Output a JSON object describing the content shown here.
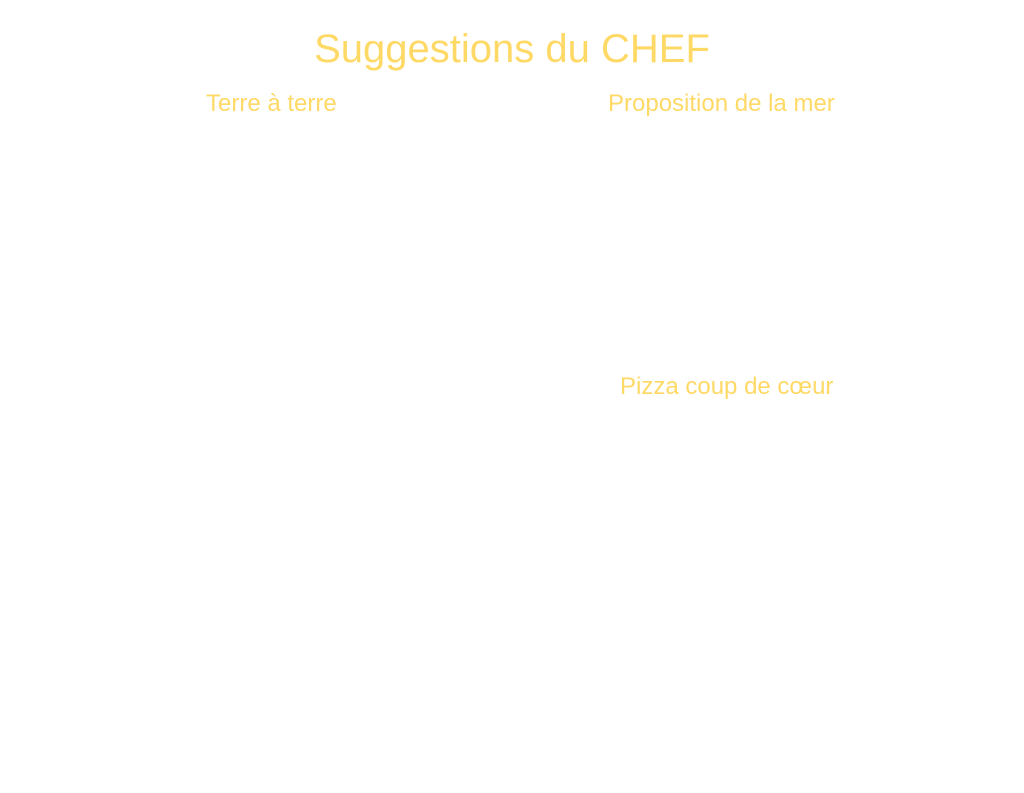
{
  "title": "Suggestions du CHEF",
  "sections": [
    {
      "label": "Terre à terre"
    },
    {
      "label": "Proposition de la mer"
    },
    {
      "label": "Pizza coup de cœur"
    }
  ],
  "colors": {
    "accent": "#FFD966",
    "background": "#FFFFFF"
  }
}
